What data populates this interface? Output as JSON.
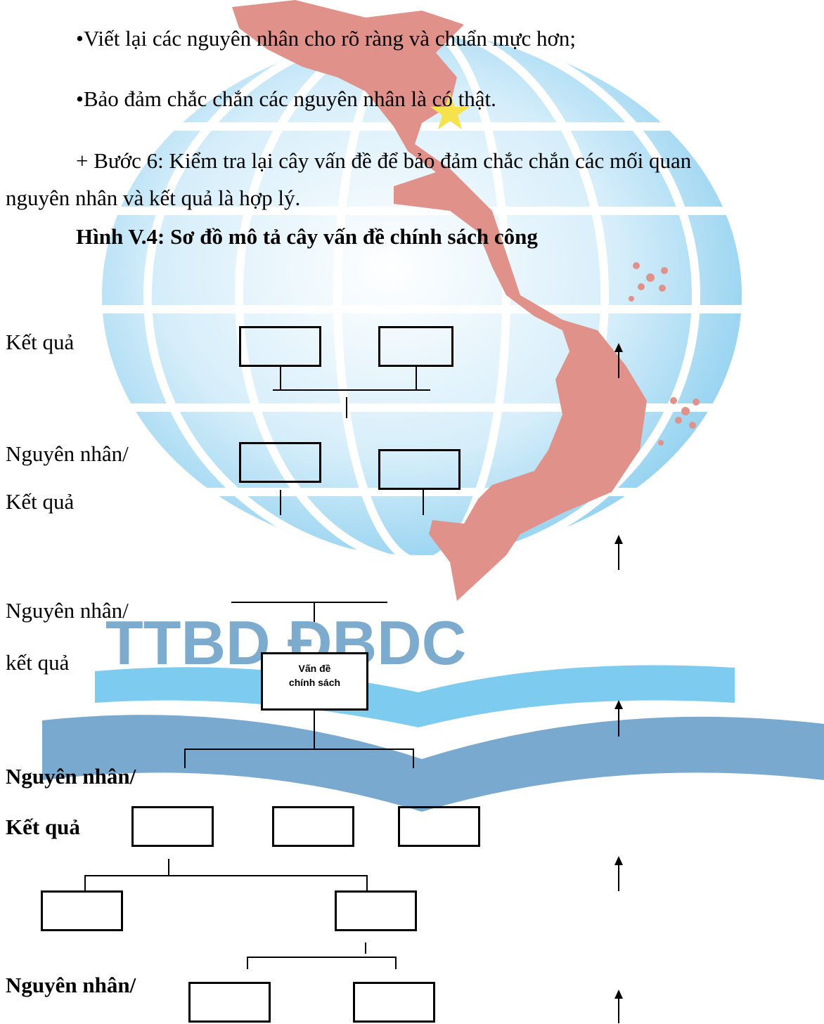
{
  "watermark": {
    "logo_text": "TTBD ĐBDC",
    "globe_color": "#7fc8ec",
    "map_color": "#e0918a",
    "star_color": "#f6e24a",
    "band_color": "#6aa9d6"
  },
  "paragraphs": {
    "bullet_1": "•Viết lại các nguyên nhân cho rõ ràng và chuẩn mực hơn;",
    "bullet_2": "•Bảo đảm chắc chắn các nguyên nhân là có thật.",
    "step6_line1": "+ Bước 6: Kiểm tra lại cây vấn đề để bảo đảm chắc chắn các mối quan",
    "step6_line2": "nguyên nhân và kết quả là hợp lý."
  },
  "figure": {
    "caption": "Hình V.4: Sơ đồ mô tả cây vấn đề chính sách công",
    "labels": {
      "level1": "Kết quả",
      "level2_a": "Nguyên nhân/",
      "level2_b": "Kết quả",
      "level3_a": "Nguyên nhân/",
      "level3_b": "kết quả",
      "level4_a": "Nguyên nhân/",
      "level4_b": "Kết quả",
      "level5_a": "Nguyên nhân/"
    },
    "center_box": {
      "line1": "Vấn đề",
      "line2": "chính sách"
    }
  }
}
